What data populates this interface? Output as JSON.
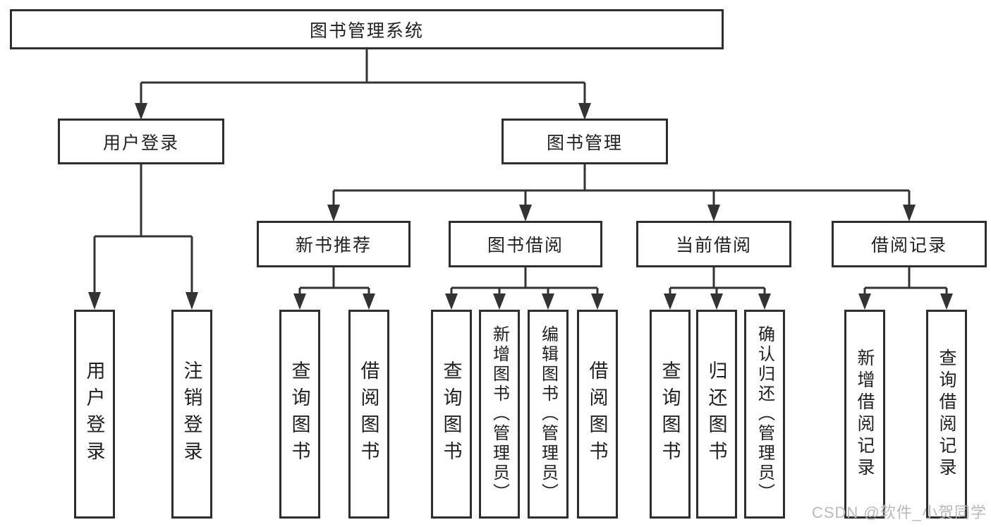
{
  "diagram": {
    "root": {
      "label": "图书管理系统"
    },
    "branches": [
      {
        "label": "用户登录",
        "leaves": [
          "用户登录",
          "注销登录"
        ]
      },
      {
        "label": "图书管理",
        "children": [
          {
            "label": "新书推荐",
            "leaves": [
              "查询图书",
              "借阅图书"
            ]
          },
          {
            "label": "图书借阅",
            "leaves": [
              "查询图书",
              "新增图书（管理员）",
              "编辑图书（管理员）",
              "借阅图书"
            ]
          },
          {
            "label": "当前借阅",
            "leaves": [
              "查询图书",
              "归还图书",
              "确认归还（管理员）"
            ]
          },
          {
            "label": "借阅记录",
            "leaves": [
              "新增借阅记录",
              "查询借阅记录"
            ]
          }
        ]
      }
    ]
  },
  "watermark": {
    "text": "CSDN @软件_小贺同学"
  },
  "colors": {
    "line": "#333333",
    "box_border": "#2e2e2e",
    "text": "#212121",
    "watermark": "#b6babd",
    "background": "#ffffff"
  }
}
